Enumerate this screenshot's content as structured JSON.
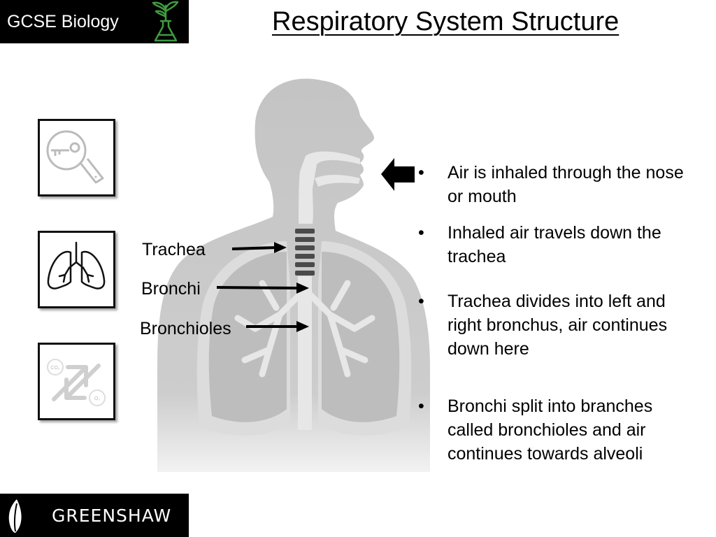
{
  "header": {
    "course_label": "GCSE Biology",
    "logo_icon": "plant-flask-icon"
  },
  "title": "Respiratory System Structure",
  "side_icons": [
    {
      "icon": "magnifier-key-icon"
    },
    {
      "icon": "lungs-icon"
    },
    {
      "icon": "gas-exchange-arrows-icon",
      "co2_text": "CO₂",
      "o2_text": "O₂"
    }
  ],
  "labels": {
    "trachea": "Trachea",
    "bronchi": "Bronchi",
    "bronchioles": "Bronchioles"
  },
  "bullets": [
    {
      "text": "Air is inhaled through the nose or mouth"
    },
    {
      "text": "Inhaled air travels down the trachea"
    },
    {
      "text": "Trachea divides into left and right bronchus, air continues down here"
    },
    {
      "text": "Bronchi split into branches called bronchioles and air continues towards alveoli"
    }
  ],
  "bullet_glyph": "•",
  "footer": {
    "school_name": "GREENSHAW",
    "leaf_icon": "leaf-icon"
  },
  "colors": {
    "header_bg": "#000000",
    "logo_green": "#3f9b3f",
    "silhouette": "#c9c9c9",
    "airway": "#e8e8e8"
  }
}
